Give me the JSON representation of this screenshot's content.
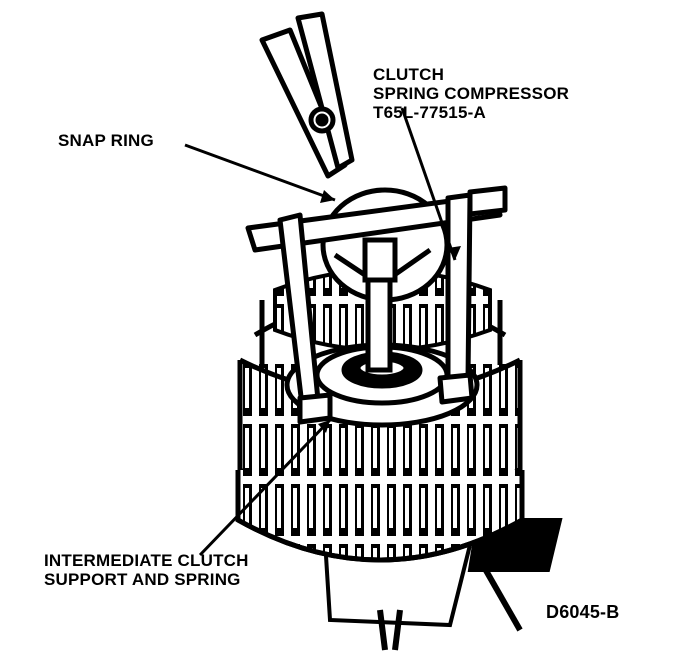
{
  "labels": {
    "snap_ring": "SNAP RING",
    "compressor": [
      "CLUTCH",
      "SPRING COMPRESSOR",
      "T65L-77515-A"
    ],
    "intermediate": [
      "INTERMEDIATE CLUTCH",
      "SUPPORT AND SPRING"
    ],
    "figure_id": "D6045-B"
  },
  "colors": {
    "ink": "#000000",
    "paper": "#ffffff"
  }
}
